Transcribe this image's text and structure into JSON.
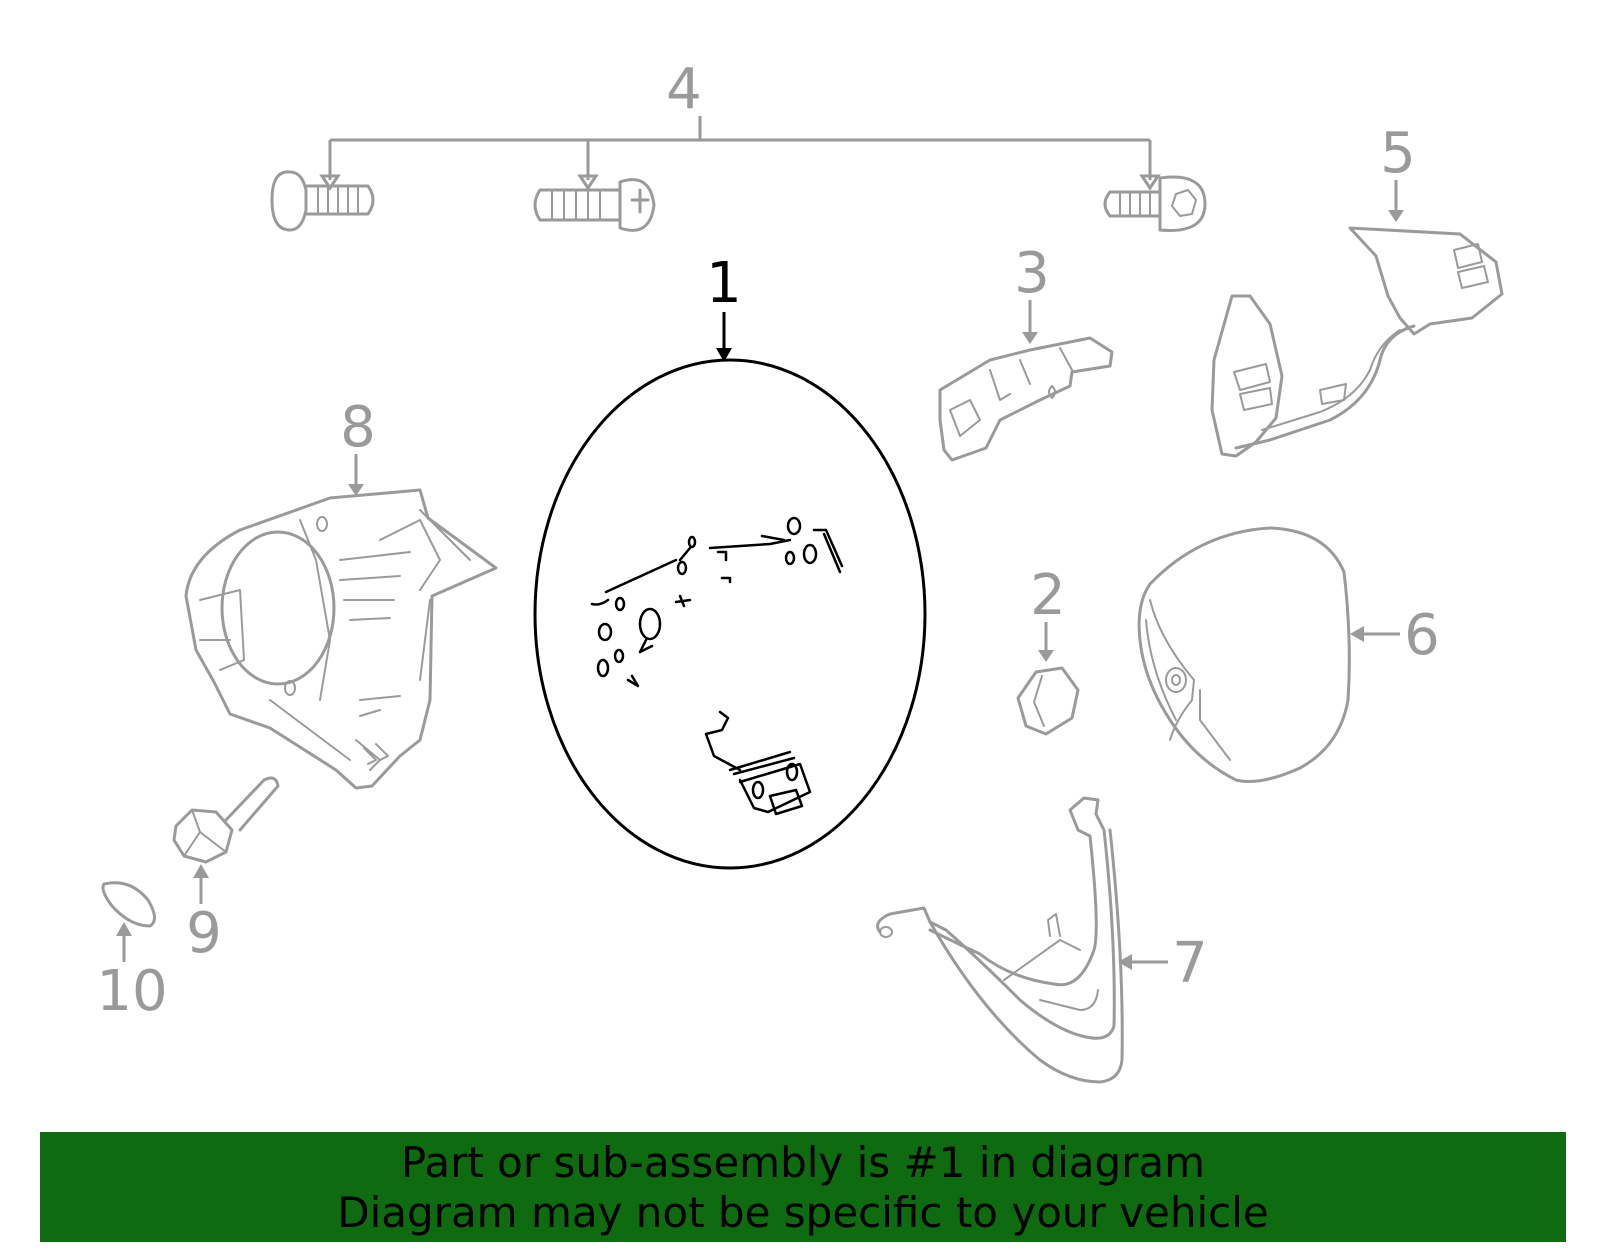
{
  "diagram": {
    "callouts": [
      "1",
      "2",
      "3",
      "4",
      "5",
      "6",
      "7",
      "8",
      "9",
      "10"
    ],
    "highlight_callout": "1"
  },
  "banner": {
    "line1": "Part or sub-assembly is #1 in diagram",
    "line2": "Diagram may not be specific to your vehicle",
    "background": "#0f6b0f"
  },
  "colors": {
    "part_stroke": "#9a9a9a",
    "highlight_stroke": "#000000"
  }
}
